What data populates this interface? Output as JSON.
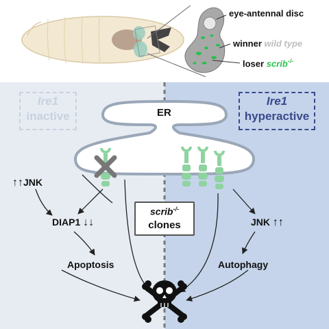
{
  "inset": {
    "disc_label": "eye-antennal disc",
    "winner_label": "winner",
    "winner_genotype": "wild type",
    "loser_label": "loser",
    "loser_gene": "scrib",
    "loser_allele": "-/-"
  },
  "er_label": "ER",
  "left_panel": {
    "state_gene": "Ire1",
    "state_text": "inactive",
    "jnk": "JNK",
    "jnk_arrows": "↑↑",
    "diap1": "DIAP1",
    "diap1_arrows": "↓↓",
    "outcome": "Apoptosis"
  },
  "right_panel": {
    "state_gene": "Ire1",
    "state_text": "hyperactive",
    "jnk": "JNK",
    "jnk_arrows": "↑↑",
    "outcome": "Autophagy"
  },
  "center_box": {
    "gene": "scrib",
    "allele": "-/-",
    "text": "clones"
  },
  "colors": {
    "left_bg": "#e7ecf3",
    "right_bg": "#c5d4ea",
    "ire1_green": "#8fd3a0",
    "loser_green": "#2bbf4e",
    "inactive_gray": "#c8d2de",
    "hyperactive_blue": "#3a4a8c"
  },
  "icons": [
    "skull-crossbones-icon",
    "cross-mark-icon",
    "ire1-receptor-icon"
  ]
}
